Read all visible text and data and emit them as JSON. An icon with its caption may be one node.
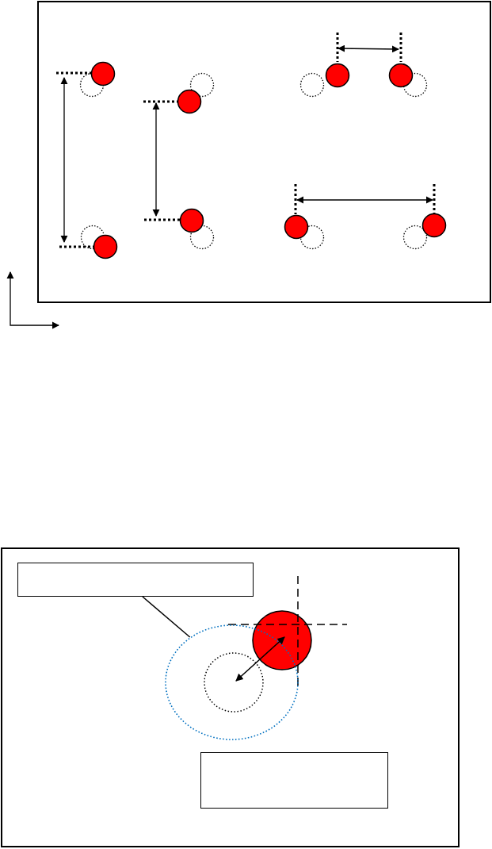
{
  "diagram": {
    "nodes": [
      {
        "text": [],
        "shape": "box"
      },
      {
        "text": [],
        "shape": "box"
      },
      {
        "text": [],
        "shape": "box",
        "in": 1
      },
      {
        "text": [],
        "shape": "box",
        "in": 1
      },
      {
        "text": [],
        "shape": "ellipse",
        "in": 1
      }
    ],
    "edges": [
      {
        "from": 2,
        "to": 4,
        "arrow": "none"
      }
    ]
  }
}
